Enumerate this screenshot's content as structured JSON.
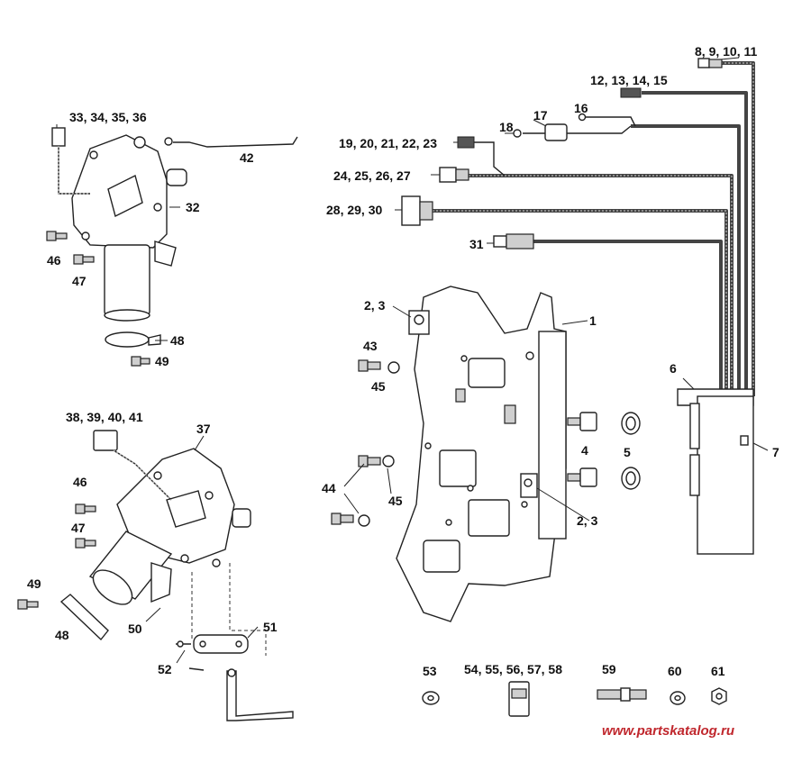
{
  "labels": {
    "l_8_11": "8, 9, 10, 11",
    "l_12_15": "12, 13, 14, 15",
    "l_16": "16",
    "l_17": "17",
    "l_18": "18",
    "l_19_23": "19, 20, 21, 22, 23",
    "l_24_27": "24, 25, 26, 27",
    "l_28_30": "28, 29, 30",
    "l_31": "31",
    "l_33_36": "33, 34, 35, 36",
    "l_42": "42",
    "l_32": "32",
    "l_46a": "46",
    "l_47a": "47",
    "l_48a": "48",
    "l_49a": "49",
    "l_2_3a": "2, 3",
    "l_1": "1",
    "l_43": "43",
    "l_45a": "45",
    "l_6": "6",
    "l_7": "7",
    "l_4": "4",
    "l_5": "5",
    "l_38_41": "38, 39, 40, 41",
    "l_37": "37",
    "l_46b": "46",
    "l_47b": "47",
    "l_44": "44",
    "l_45b": "45",
    "l_2_3b": "2, 3",
    "l_49b": "49",
    "l_48b": "48",
    "l_50": "50",
    "l_51": "51",
    "l_52": "52",
    "l_53": "53",
    "l_54_58": "54, 55, 56, 57, 58",
    "l_59": "59",
    "l_60": "60",
    "l_61": "61"
  },
  "watermark": "www.partskatalog.ru",
  "colors": {
    "lines": "#222222",
    "cable": "#444444",
    "watermark": "#c0272d"
  }
}
